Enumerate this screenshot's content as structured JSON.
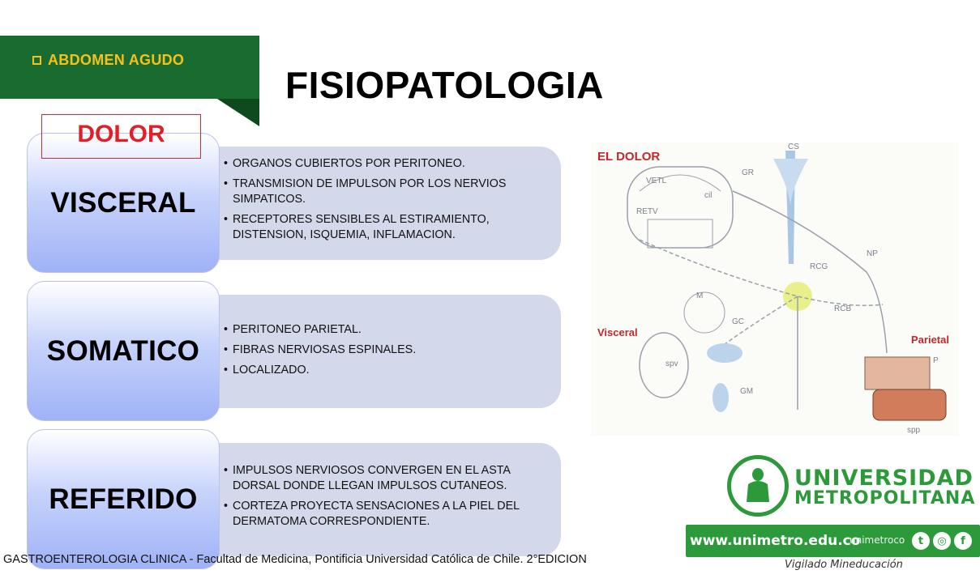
{
  "header": {
    "section_label": "ABDOMEN AGUDO",
    "title": "FISIOPATOLOGIA"
  },
  "dolor_label": "DOLOR",
  "rows": [
    {
      "label": "VISCERAL",
      "bullets": [
        "ORGANOS CUBIERTOS POR PERITONEO.",
        "TRANSMISION DE IMPULSON POR LOS NERVIOS SIMPATICOS.",
        "RECEPTORES SENSIBLES AL ESTIRAMIENTO, DISTENSION, ISQUEMIA, INFLAMACION."
      ]
    },
    {
      "label": "SOMATICO",
      "bullets": [
        "PERITONEO PARIETAL.",
        "FIBRAS NERVIOSAS ESPINALES.",
        "LOCALIZADO."
      ]
    },
    {
      "label": "REFERIDO",
      "bullets": [
        "IMPULSOS NERVIOSOS CONVERGEN EN EL ASTA DORSAL DONDE LLEGAN IMPULSOS CUTANEOS.",
        "CORTEZA PROYECTA SENSACIONES A LA PIEL DEL DERMATOMA CORRESPONDIENTE."
      ]
    }
  ],
  "diagram": {
    "title": "EL DOLOR",
    "labels": {
      "cs": "CS",
      "gr": "GR",
      "cil": "cil",
      "vetl": "VETL",
      "retv": "RETV",
      "np": "NP",
      "rcg": "RCG",
      "m": "M",
      "rcb": "RCB",
      "gc": "GC",
      "spv": "spv",
      "gm": "GM",
      "p": "P",
      "spp": "spp",
      "visceral": "Visceral",
      "parietal": "Parietal"
    }
  },
  "logo": {
    "line1": "UNIVERSIDAD",
    "line2": "METROPOLITANA",
    "url": "www.unimetro.edu.co",
    "handle": "unimetroco",
    "vigilado": "Vigilado Mineducación"
  },
  "footer": "GASTROENTEROLOGIA CLINICA - Facultad de Medicina, Pontificia Universidad Católica de Chile. 2°EDICION",
  "colors": {
    "ribbon": "#1a6b30",
    "ribbon_text": "#f4c21a",
    "dolor": "#e21f26",
    "panel": "#d3d8ea",
    "tile_bottom": "#9fb2f6",
    "brand_green": "#2c9a3a"
  }
}
